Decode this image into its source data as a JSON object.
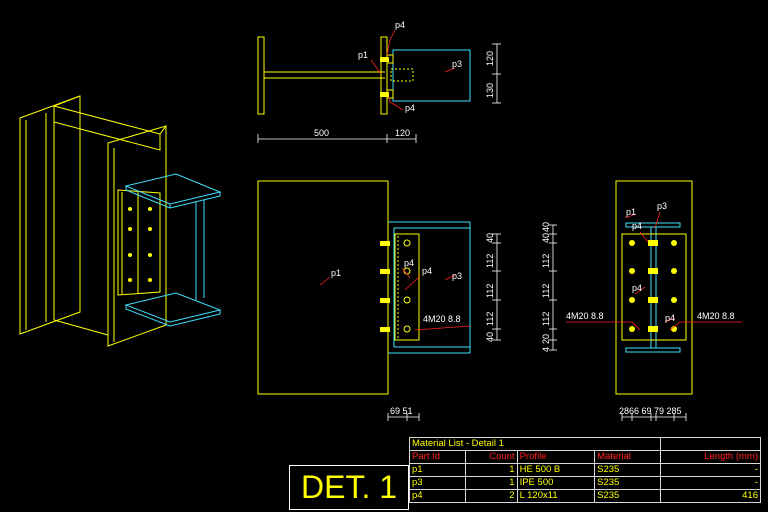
{
  "detail_title": "DET. 1",
  "material_list": {
    "caption": "Material List - Detail 1",
    "headers": [
      "Part Id",
      "Count",
      "Profile",
      "Material",
      "Length (mm)"
    ],
    "rows": [
      {
        "part": "p1",
        "count": "1",
        "profile": "HE 500 B",
        "material": "S235",
        "length": "-"
      },
      {
        "part": "p3",
        "count": "1",
        "profile": "IPE 500",
        "material": "S235",
        "length": "-"
      },
      {
        "part": "p4",
        "count": "2",
        "profile": "L 120x11",
        "material": "S235",
        "length": "416"
      }
    ]
  },
  "labels": {
    "p1": "p1",
    "p3": "p3",
    "p4": "p4",
    "bolts": "4M20 8.8"
  },
  "dimensions": {
    "top_len_500": "500",
    "top_len_120": "120",
    "top_v_120": "120",
    "top_v_130": "130",
    "front_v_40_top": "40",
    "front_v_112_a": "112",
    "front_v_112_b": "112",
    "front_v_112_c": "112",
    "front_v_40_bot": "40",
    "front_bottom": "69 51",
    "side_v_40": "40",
    "side_v_40b": "40",
    "side_v_112_a": "112",
    "side_v_112_b": "112",
    "side_v_112_c": "112",
    "side_v_20": "20",
    "side_v_4": "4",
    "side_bottom": "2866 69  79 285"
  },
  "colors": {
    "yellow": "#ffff00",
    "cyan": "#40e0ff",
    "red": "#ff2020",
    "white": "#ffffff"
  }
}
